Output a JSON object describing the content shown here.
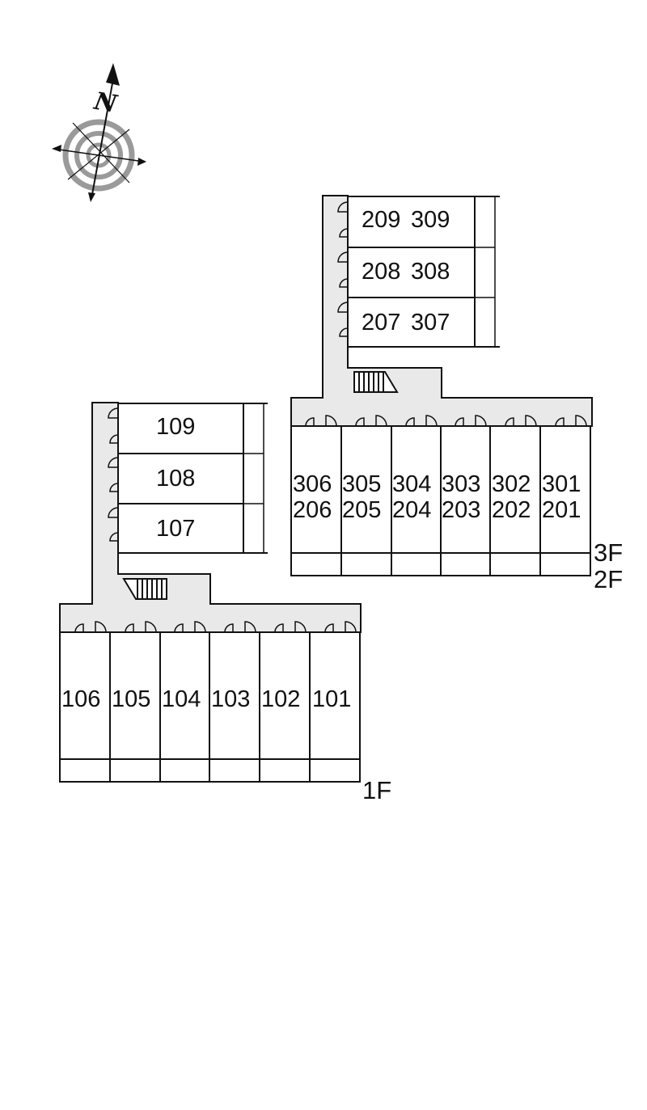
{
  "compass": {
    "label": "N"
  },
  "floors": {
    "first": "1F",
    "second": "2F",
    "third": "3F"
  },
  "units": {
    "u209": "209",
    "u309": "309",
    "u208": "208",
    "u308": "308",
    "u207": "207",
    "u307": "307",
    "u306": "306",
    "u305": "305",
    "u304": "304",
    "u303": "303",
    "u302": "302",
    "u301": "301",
    "u206": "206",
    "u205": "205",
    "u204": "204",
    "u203": "203",
    "u202": "202",
    "u201": "201",
    "u109": "109",
    "u108": "108",
    "u107": "107",
    "u106": "106",
    "u105": "105",
    "u104": "104",
    "u103": "103",
    "u102": "102",
    "u101": "101"
  },
  "colors": {
    "corridor": "#e9e9e9",
    "wall": "#111111",
    "compass_ring": "#9a9a9a"
  }
}
